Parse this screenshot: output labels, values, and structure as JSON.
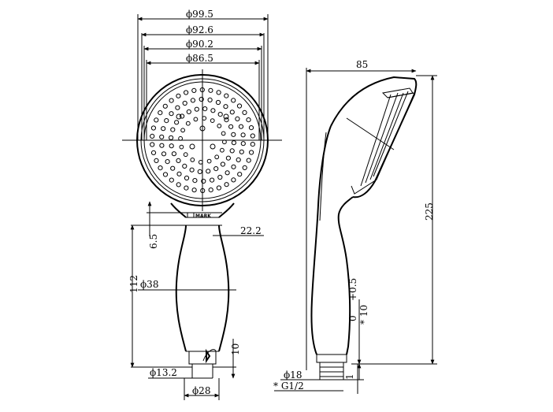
{
  "front_view": {
    "dims": {
      "d99_5": "ϕ99.5",
      "d92_6": "ϕ92.6",
      "d90_2": "ϕ90.2",
      "d86_5": "ϕ86.5",
      "d22_2": "22.2",
      "d6_5": "6.5",
      "d112": "112",
      "d38": "ϕ38",
      "d13_2": "ϕ13.2",
      "d10": "10",
      "d28": "ϕ28"
    },
    "mark_label": "MARK"
  },
  "side_view": {
    "dims": {
      "d85": "85",
      "d225": "225",
      "d10tol": "* 10",
      "tol_plus": "+0.5",
      "tol_minus": "0",
      "d18": "ϕ18",
      "g12": "* G1/2",
      "d1": "1"
    }
  }
}
